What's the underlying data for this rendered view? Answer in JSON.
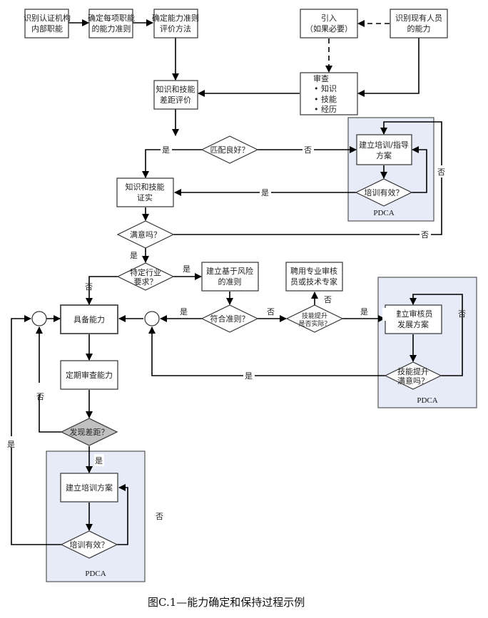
{
  "colors": {
    "panel_fill": "#e7ebf7",
    "panel_stroke": "#555555",
    "gap_diamond_fill": "#c0c0c0",
    "line": "#000000"
  },
  "nodes": {
    "identify_functions": [
      "识别认证机构",
      "内部职能"
    ],
    "define_criteria": [
      "确定每项职能",
      "的能力准则"
    ],
    "evaluation_method": [
      "确定能力准则",
      "评价方法"
    ],
    "introduce": [
      "引入",
      "（如果必要）"
    ],
    "identify_existing": [
      "识别现有人员",
      "的能力"
    ],
    "gap_evaluation": [
      "知识和技能",
      "差距评价"
    ],
    "review_title": "审查",
    "review_items": [
      "知识",
      "技能",
      "经历"
    ],
    "match_good": "匹配良好？",
    "training_plan_top": [
      "建立培训/指导",
      "方案"
    ],
    "training_effective_top": "培训有效？",
    "knowledge_confirm": [
      "知识和技能",
      "证实"
    ],
    "satisfied": "满意吗？",
    "industry_req": [
      "特定行业",
      "要求？"
    ],
    "risk_criteria": [
      "建立基于风险",
      "的准则"
    ],
    "hire_expert": [
      "聘用专业审核",
      "员或技术专家"
    ],
    "meets_criteria": "符合准则？",
    "skill_practical": [
      "技能提升",
      "是否实际？"
    ],
    "auditor_plan": [
      "建立审核员",
      "发展方案"
    ],
    "skill_satisfied": [
      "技能提升",
      "满意吗？"
    ],
    "competent": "具备能力",
    "periodic_review": "定期审查能力",
    "gap_found": "发现差距？",
    "training_plan_bottom": "建立培训方案",
    "training_effective_bottom": "培训有效？"
  },
  "labels": {
    "yes": "是",
    "no": "否",
    "pdca": "PDCA"
  },
  "caption": "图C.1—能力确定和保持过程示例"
}
